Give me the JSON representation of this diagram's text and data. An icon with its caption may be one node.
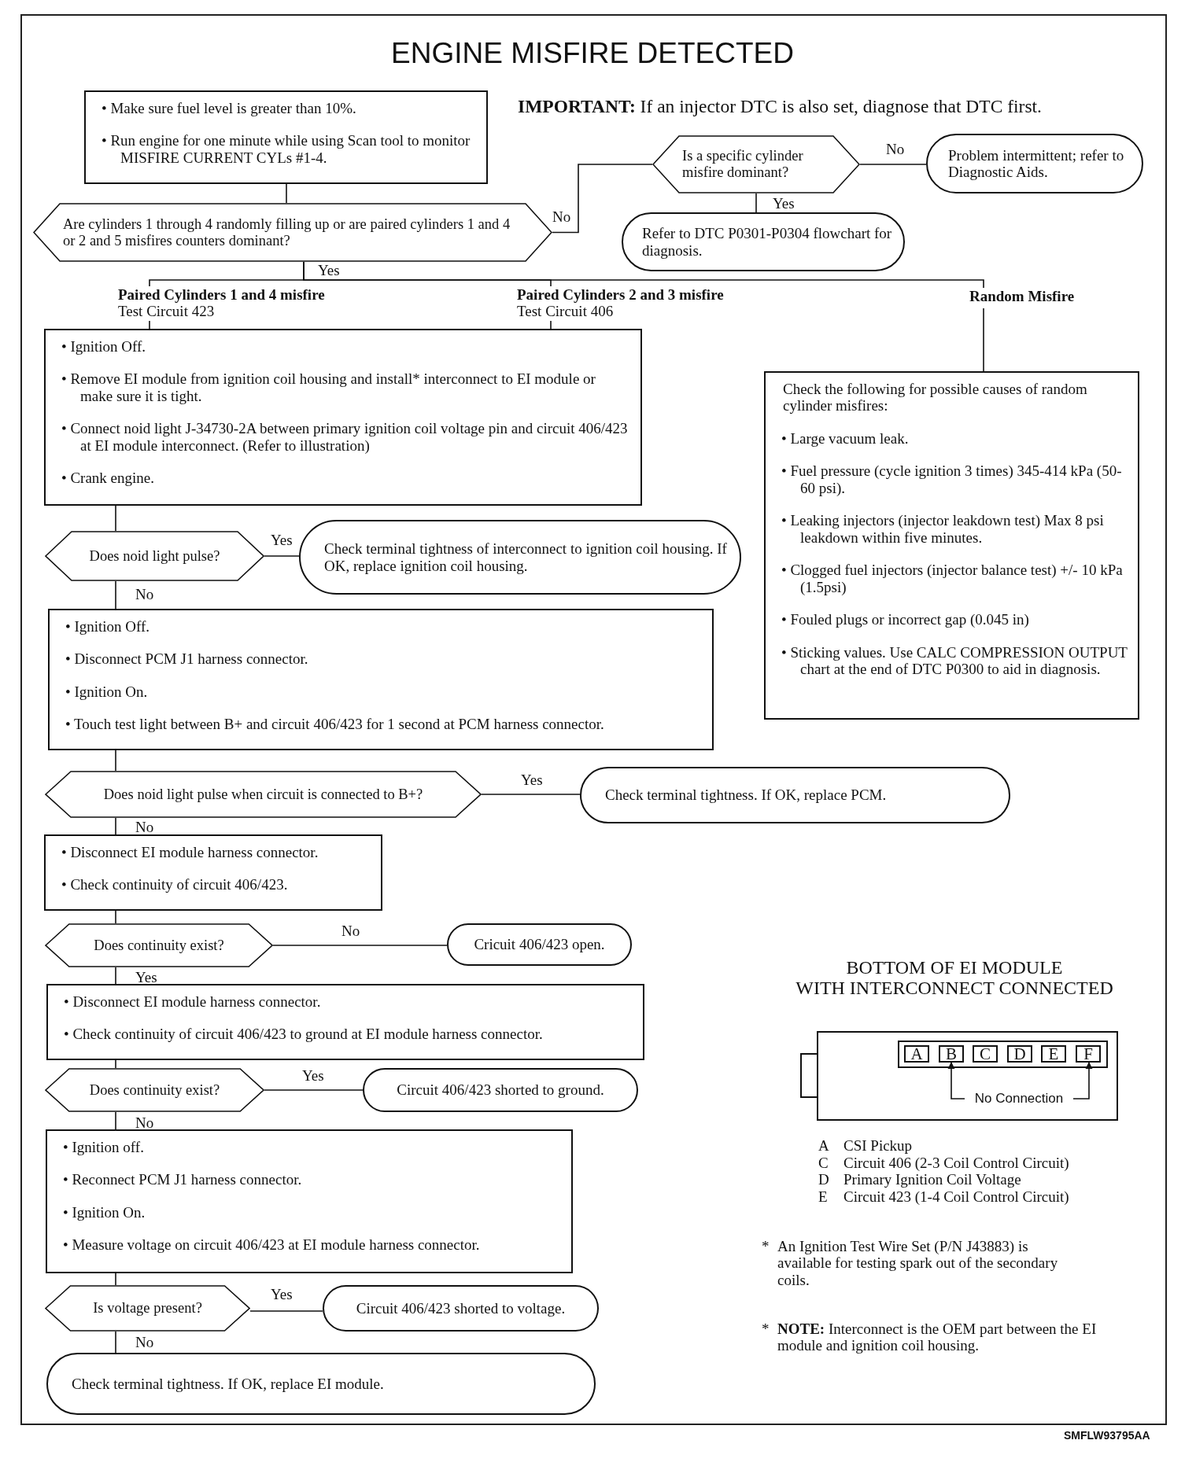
{
  "diagram": {
    "title": "ENGINE MISFIRE DETECTED",
    "nodes": [
      {
        "text": [
          "• Make sure fuel level is greater than 10%.",
          "• Run engine for one minute while using Scan tool to monitor MISFIRE CURRENT CYLs #1-4."
        ]
      },
      {
        "text": [
          "Are cylinders 1 through 4 randomly filling up or are paired cylinders 1 and 4 or 2 and 5 misfires counters dominant?"
        ]
      },
      {
        "text": [
          "Is a specific cylinder misfire dominant?"
        ]
      },
      {
        "text": [
          "Problem intermittent; refer to Diagnostic Aids."
        ]
      },
      {
        "text": [
          "Refer to DTC P0301-P0304 flowchart for diagnosis."
        ]
      },
      {
        "text": [
          "Paired Cylinders 1 and 4 misfire",
          "Test Circuit 423"
        ]
      },
      {
        "text": [
          "Paired Cylinders 2 and 3 misfire",
          "Test Circuit 406"
        ]
      },
      {
        "text": [
          "Random Misfire"
        ]
      },
      {
        "text": [
          "• Ignition Off.",
          "• Remove EI module from ignition coil housing and install* interconnect to EI module or make sure it is tight.",
          "• Connect noid light J-34730-2A between primary ignition coil voltage pin and circuit 406/423 at EI module interconnect. (Refer to illustration)",
          "• Crank engine."
        ]
      },
      {
        "text": [
          "Check the following for possible causes of random cylinder misfires:",
          "• Large vacuum leak.",
          "• Fuel pressure (cycle ignition 3 times) 345-414 kPa (50-60 psi).",
          "• Leaking injectors (injector leakdown test) Max 8 psi leakdown within five minutes.",
          "• Clogged fuel injectors (injector balance test) +/- 10 kPa (1.5psi)",
          "• Fouled plugs or incorrect gap (0.045 in)",
          "• Sticking values. Use CALC COMPRESSION OUTPUT chart at the end of DTC P0300 to aid in diagnosis."
        ]
      },
      {
        "text": [
          "Does noid light pulse?"
        ]
      },
      {
        "text": [
          "Check terminal tightness of interconnect to ignition coil housing. If OK, replace ignition coil housing."
        ]
      },
      {
        "text": [
          "• Ignition Off.",
          "• Disconnect PCM J1 harness connector.",
          "• Ignition On.",
          "• Touch test light between B+ and circuit 406/423 for 1 second at PCM harness connector."
        ]
      },
      {
        "text": [
          "Does noid light pulse when circuit is connected to B+?"
        ]
      },
      {
        "text": [
          "Check terminal tightness. If OK, replace PCM."
        ]
      },
      {
        "text": [
          "• Disconnect EI module harness connector.",
          "• Check continuity of circuit 406/423."
        ]
      },
      {
        "text": [
          "Does continuity exist?"
        ]
      },
      {
        "text": [
          "Cricuit 406/423 open."
        ]
      },
      {
        "text": [
          "• Disconnect EI module harness connector.",
          "• Check continuity of circuit 406/423 to ground at EI module harness connector."
        ]
      },
      {
        "text": [
          "Does continuity exist?"
        ]
      },
      {
        "text": [
          "Circuit 406/423 shorted to ground."
        ]
      },
      {
        "text": [
          "• Ignition off.",
          "• Reconnect PCM J1 harness connector.",
          "• Ignition On.",
          "• Measure voltage on circuit 406/423 at EI module harness connector."
        ]
      },
      {
        "text": [
          "Is voltage present?"
        ]
      },
      {
        "text": [
          "Circuit 406/423 shorted to voltage."
        ]
      },
      {
        "text": [
          "Check terminal tightness. If OK, replace EI module."
        ]
      },
      {
        "text": [
          "No Connection"
        ]
      },
      {
        "text": [
          "A"
        ]
      },
      {
        "text": [
          "B"
        ]
      },
      {
        "text": [
          "C"
        ]
      },
      {
        "text": [
          "D"
        ]
      },
      {
        "text": [
          "E"
        ]
      },
      {
        "text": [
          "F"
        ]
      }
    ],
    "edges": [
      {
        "from": 0,
        "to": 1,
        "arrow": "none"
      },
      {
        "from": 1,
        "to": 2,
        "arrow": "none",
        "label": "No"
      },
      {
        "from": 2,
        "to": 3,
        "arrow": "none",
        "label": "No"
      },
      {
        "from": 2,
        "to": 4,
        "arrow": "none",
        "label": "Yes"
      },
      {
        "from": 1,
        "to": 5,
        "arrow": "none",
        "label": "Yes"
      },
      {
        "from": 1,
        "to": 6,
        "arrow": "none"
      },
      {
        "from": 1,
        "to": 7,
        "arrow": "none"
      },
      {
        "from": 5,
        "to": 8,
        "arrow": "none"
      },
      {
        "from": 6,
        "to": 8,
        "arrow": "none"
      },
      {
        "from": 7,
        "to": 9,
        "arrow": "none"
      },
      {
        "from": 8,
        "to": 10,
        "arrow": "none"
      },
      {
        "from": 10,
        "to": 11,
        "arrow": "none",
        "label": "Yes"
      },
      {
        "from": 10,
        "to": 12,
        "arrow": "none",
        "label": "No"
      },
      {
        "from": 12,
        "to": 13,
        "arrow": "none"
      },
      {
        "from": 13,
        "to": 14,
        "arrow": "none",
        "label": "Yes"
      },
      {
        "from": 13,
        "to": 15,
        "arrow": "none",
        "label": "No"
      },
      {
        "from": 15,
        "to": 16,
        "arrow": "none"
      },
      {
        "from": 16,
        "to": 17,
        "arrow": "none",
        "label": "No"
      },
      {
        "from": 16,
        "to": 18,
        "arrow": "none",
        "label": "Yes"
      },
      {
        "from": 18,
        "to": 19,
        "arrow": "none"
      },
      {
        "from": 19,
        "to": 20,
        "arrow": "none",
        "label": "Yes"
      },
      {
        "from": 19,
        "to": 21,
        "arrow": "none",
        "label": "No"
      },
      {
        "from": 21,
        "to": 22,
        "arrow": "none"
      },
      {
        "from": 22,
        "to": 23,
        "arrow": "none",
        "label": "Yes"
      },
      {
        "from": 22,
        "to": 24,
        "arrow": "none",
        "label": "No"
      },
      {
        "from": 25,
        "to": 27,
        "arrow": "to"
      },
      {
        "from": 25,
        "to": 31,
        "arrow": "to"
      }
    ],
    "labels": [
      "**IMPORTANT:** If an injector DTC is also set, diagnose that DTC first.",
      "BOTTOM OF EI MODULE",
      "WITH INTERCONNECT CONNECTED",
      "A",
      "CSI Pickup",
      "C",
      "Circuit 406 (2-3 Coil Control Circuit)",
      "D",
      "Primary Ignition Coil Voltage",
      "E",
      "Circuit 423 (1-4 Coil Control Circuit)",
      "*",
      "An Ignition Test Wire Set (P/N J43883) is available for testing spark out of the secondary coils.",
      "*",
      "**NOTE:** Interconnect is the OEM part between the EI module and ignition coil housing.",
      "SMFLW93795AA"
    ]
  }
}
